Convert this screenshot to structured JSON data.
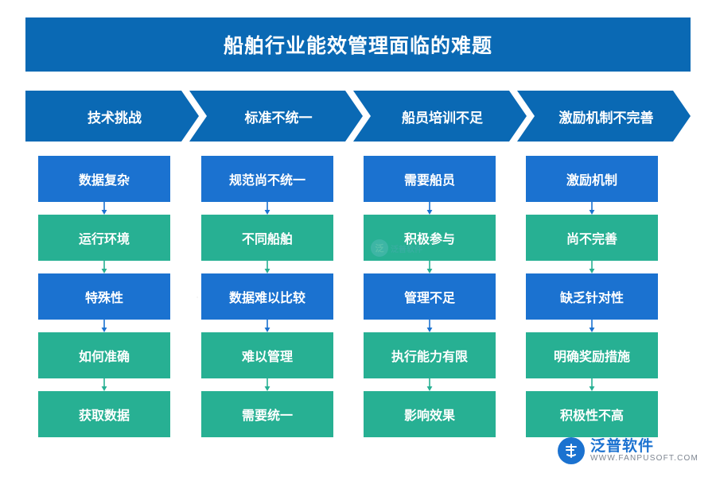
{
  "title": {
    "text": "船舶行业能效管理面临的难题"
  },
  "chevrons": [
    {
      "label": "技术挑战"
    },
    {
      "label": "标准不统一"
    },
    {
      "label": "船员培训不足"
    },
    {
      "label": "激励机制不完善"
    }
  ],
  "columns": [
    {
      "name": "technical-challenge",
      "nodes": [
        {
          "label": "数据复杂",
          "color": "blue"
        },
        {
          "label": "运行环境",
          "color": "green"
        },
        {
          "label": "特殊性",
          "color": "blue"
        },
        {
          "label": "如何准确",
          "color": "green"
        },
        {
          "label": "获取数据",
          "color": "green"
        }
      ]
    },
    {
      "name": "standard-inconsistent",
      "nodes": [
        {
          "label": "规范尚不统一",
          "color": "blue"
        },
        {
          "label": "不同船舶",
          "color": "green"
        },
        {
          "label": "数据难以比较",
          "color": "blue"
        },
        {
          "label": "难以管理",
          "color": "green"
        },
        {
          "label": "需要统一",
          "color": "green"
        }
      ]
    },
    {
      "name": "crew-training",
      "nodes": [
        {
          "label": "需要船员",
          "color": "blue"
        },
        {
          "label": "积极参与",
          "color": "green"
        },
        {
          "label": "管理不足",
          "color": "blue"
        },
        {
          "label": "执行能力有限",
          "color": "green"
        },
        {
          "label": "影响效果",
          "color": "green"
        }
      ]
    },
    {
      "name": "incentive-mechanism",
      "nodes": [
        {
          "label": "激励机制",
          "color": "blue"
        },
        {
          "label": "尚不完善",
          "color": "green"
        },
        {
          "label": "缺乏针对性",
          "color": "blue"
        },
        {
          "label": "明确奖励措施",
          "color": "green"
        },
        {
          "label": "积极性不高",
          "color": "green"
        }
      ]
    }
  ],
  "watermarks": {
    "center_badge": "泛",
    "center_text": "泛普软件"
  },
  "logo": {
    "cn": "泛普软件",
    "en": "WWW.FANPUSOFT.COM"
  },
  "colors": {
    "banner_blue": "#0a69b4",
    "node_blue": "#1b72d0",
    "node_green": "#27b093",
    "white": "#ffffff"
  }
}
